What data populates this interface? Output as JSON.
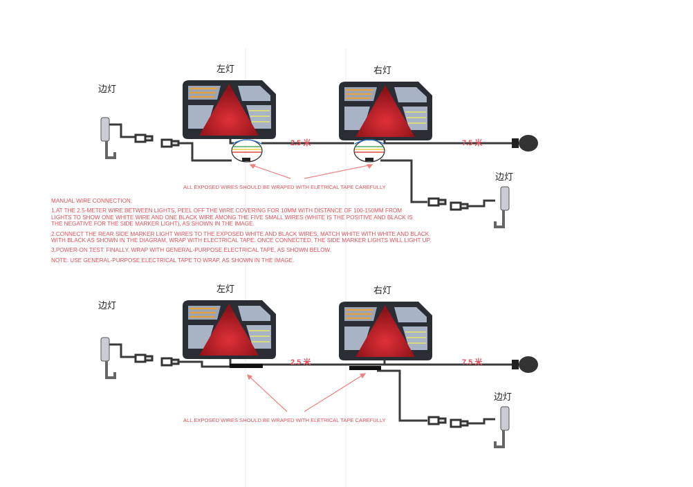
{
  "labels": {
    "left_lamp": "左灯",
    "right_lamp": "右灯",
    "side_marker": "边灯",
    "distance_between": "2.5 米",
    "distance_plug": "7.5 米"
  },
  "annotation": "ALL EXPOSED WIRES SHOULD BE WRAPED WITH ELETRICAL TAPE CAREFULLY",
  "instructions": {
    "title": "MANUAL WIRE CONNECTION:",
    "step1": "1.AT THE 2.5-METER WIRE BETWEEN LIGHTS, PEEL OFF THE WIRE COVERING FOR 10MM WITH DISTANCE OF 100-150MM FROM LIGHTS TO SHOW ONE WHITE WIRE AND ONE BLACK WIRE AMONG THE FIVE SMALL WIRES (WHITE IS THE POSITIVE AND BLACK IS THE NEGATIVE FOR THE SIDE MARKER LIGHT), AS SHOWN IN THE IMAGE.",
    "step2": "2.CONNECT THE REAR SIDE MARKER LIGHT WIRES TO THE EXPOSED WHITE AND BLACK WIRES, MATCH WHITE WITH WHITE AND BLACK WITH BLACK AS SHOWN IN THE DIAGRAM, WRAP WITH ELECTRICAL TAPE. ONCE CONNECTED, THE SIDE MARKER LIGHTS WILL LIGHT UP.",
    "step3": "3.POWER-ON TEST: FINALLY, WRAP WITH GENERAL-PURPOSE ELECTRICAL TAPE, AS SHOWN BELOW.",
    "note": "NOTE: USE GENERAL-PURPOSE ELECTRICAL TAPE TO WRAP, AS SHOWN IN THE IMAGE."
  },
  "colors": {
    "text_red": "#e0505a",
    "wire": "#3a3a3a",
    "lamp_red": "#b8202a"
  }
}
